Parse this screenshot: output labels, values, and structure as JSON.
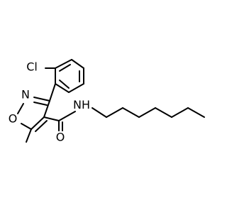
{
  "molecule": {
    "atoms": {
      "cl": "Cl",
      "n_ring": "N",
      "o_ring": "O",
      "o_carbonyl": "O",
      "nh": "N",
      "h": "H"
    },
    "colors": {
      "bond": "#000000",
      "label": "#000000",
      "background": "#ffffff"
    }
  }
}
